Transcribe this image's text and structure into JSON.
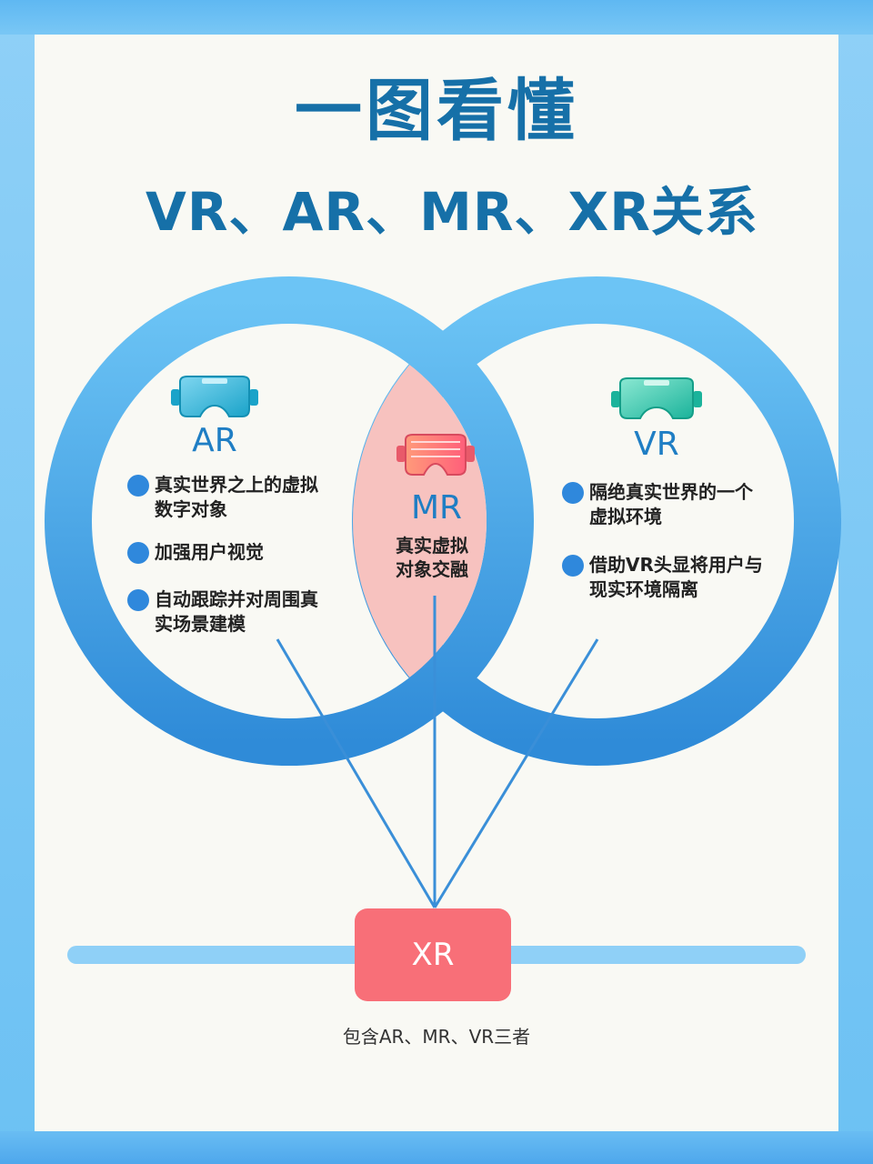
{
  "title": "一图看懂",
  "subtitle": "VR、AR、MR、XR关系",
  "ar": {
    "label": "AR",
    "bullets": [
      "真实世界之上的虚拟\n数字对象",
      "加强用户视觉",
      "自动跟踪并对周围真\n实场景建模"
    ]
  },
  "mr": {
    "label": "MR",
    "description": "真实虚拟\n对象交融"
  },
  "vr": {
    "label": "VR",
    "bullets": [
      "隔绝真实世界的一个\n虚拟环境",
      "借助VR头显将用户与\n现实环境隔离"
    ]
  },
  "xr": {
    "label": "XR",
    "caption": "包含AR、MR、VR三者"
  },
  "colors": {
    "title": "#1670a8",
    "ring": "#3f9be0",
    "lens": "#f7c2bf",
    "xr_box": "#f86f78",
    "bullet_dot": "#2f88dc"
  },
  "icons": [
    "vr-headset-icon-ar",
    "vr-headset-icon-mr",
    "vr-headset-icon-vr"
  ]
}
